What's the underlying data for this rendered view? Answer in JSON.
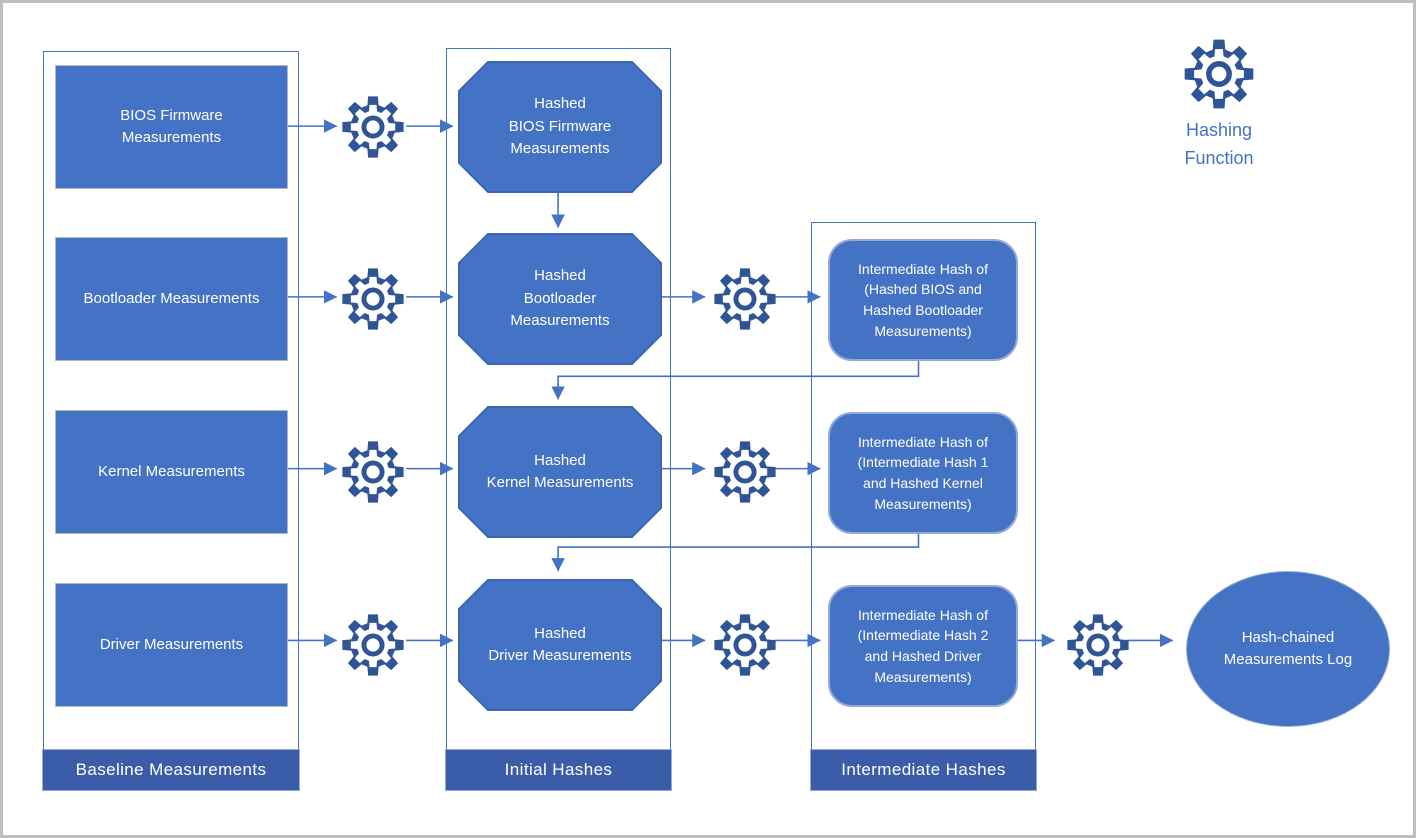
{
  "legend": {
    "label": "Hashing\nFunction",
    "icon": "hashing-gear-icon"
  },
  "columns": {
    "baseline": {
      "footer": "Baseline Measurements",
      "items": [
        {
          "label": "BIOS Firmware\nMeasurements"
        },
        {
          "label": "Bootloader Measurements"
        },
        {
          "label": "Kernel Measurements"
        },
        {
          "label": "Driver Measurements"
        }
      ]
    },
    "initial": {
      "footer": "Initial Hashes",
      "items": [
        {
          "label": "Hashed\nBIOS Firmware\nMeasurements"
        },
        {
          "label": "Hashed\nBootloader\nMeasurements"
        },
        {
          "label": "Hashed\nKernel Measurements"
        },
        {
          "label": "Hashed\nDriver Measurements"
        }
      ]
    },
    "intermediate": {
      "footer": "Intermediate Hashes",
      "items": [
        {
          "label": "Intermediate Hash of\n(Hashed BIOS and\nHashed Bootloader\nMeasurements)"
        },
        {
          "label": "Intermediate Hash of\n(Intermediate Hash 1\nand Hashed Kernel\nMeasurements)"
        },
        {
          "label": "Intermediate Hash of\n(Intermediate Hash 2\nand Hashed Driver\nMeasurements)"
        }
      ]
    }
  },
  "output": {
    "label": "Hash-chained\nMeasurements Log"
  },
  "colors": {
    "node_fill": "#4472C4",
    "node_text": "#FFFFFF",
    "rect_border": "#AFB9C9",
    "octagon_border": "#3E66B0",
    "round_border": "#94A9D8",
    "ellipse_border": "#98AEDB",
    "column_border": "#4472C4",
    "footer_fill": "#3B5DA9",
    "footer_border": "#93A9D8",
    "connector": "#4472C4",
    "gear_stroke": "#2F5597",
    "legend_text": "#4472C4",
    "frame_border": "#BFBFBF"
  }
}
